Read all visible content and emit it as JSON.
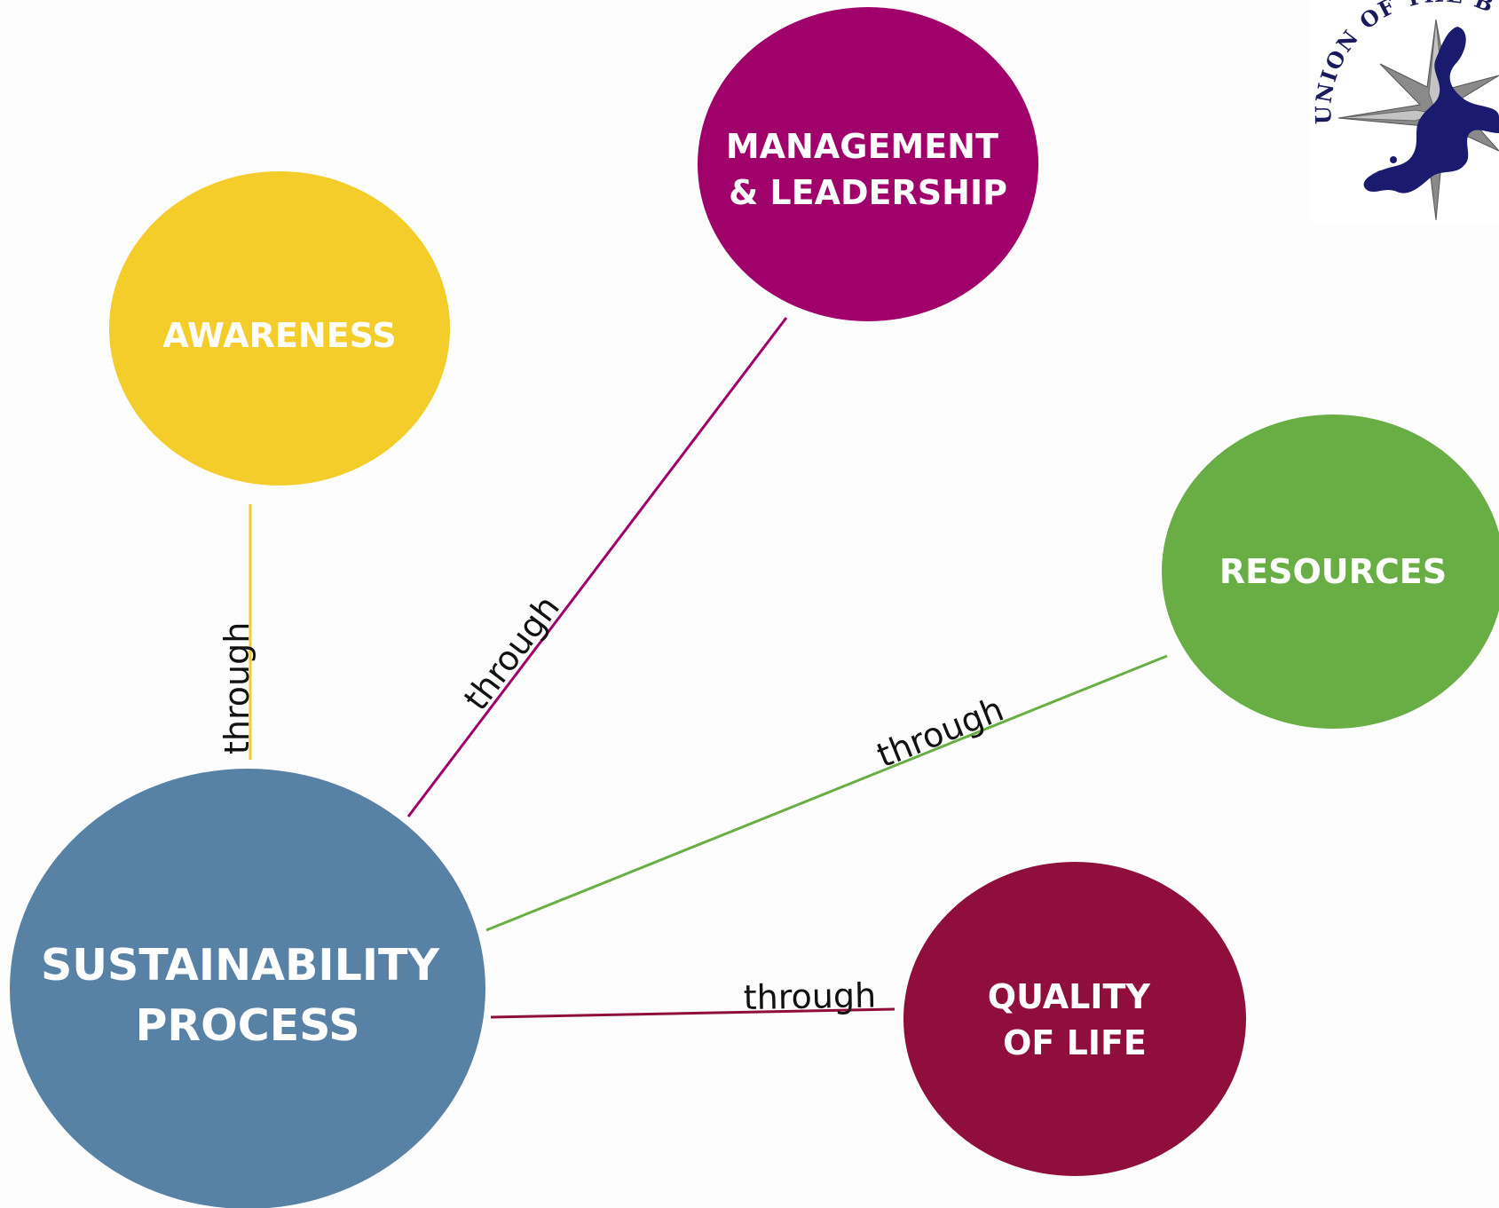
{
  "nodes": {
    "awareness": {
      "lines": [
        "AWARENESS"
      ],
      "color": "#f4cd2a"
    },
    "management": {
      "lines": [
        "MANAGEMENT",
        "& LEADERSHIP"
      ],
      "color": "#a0006a"
    },
    "resources": {
      "lines": [
        "RESOURCES"
      ],
      "color": "#68ae44"
    },
    "sustainability": {
      "lines": [
        "SUSTAINABILITY",
        "PROCESS"
      ],
      "color": "#5881a6"
    },
    "quality": {
      "lines": [
        "QUALITY",
        "OF LIFE"
      ],
      "color": "#8f0e3c"
    }
  },
  "edges": {
    "awareness": {
      "label": "through",
      "color": "#f4cd2a"
    },
    "management": {
      "label": "through",
      "color": "#a0006a"
    },
    "resources": {
      "label": "through",
      "color": "#68ae44"
    },
    "quality": {
      "label": "through",
      "color": "#8f0e3c"
    }
  },
  "logo": {
    "text": "UNION OF THE BALTIC",
    "colors": {
      "map": "#1a1a6e",
      "star": "#8a8a8a",
      "text": "#1a1a5e"
    }
  }
}
